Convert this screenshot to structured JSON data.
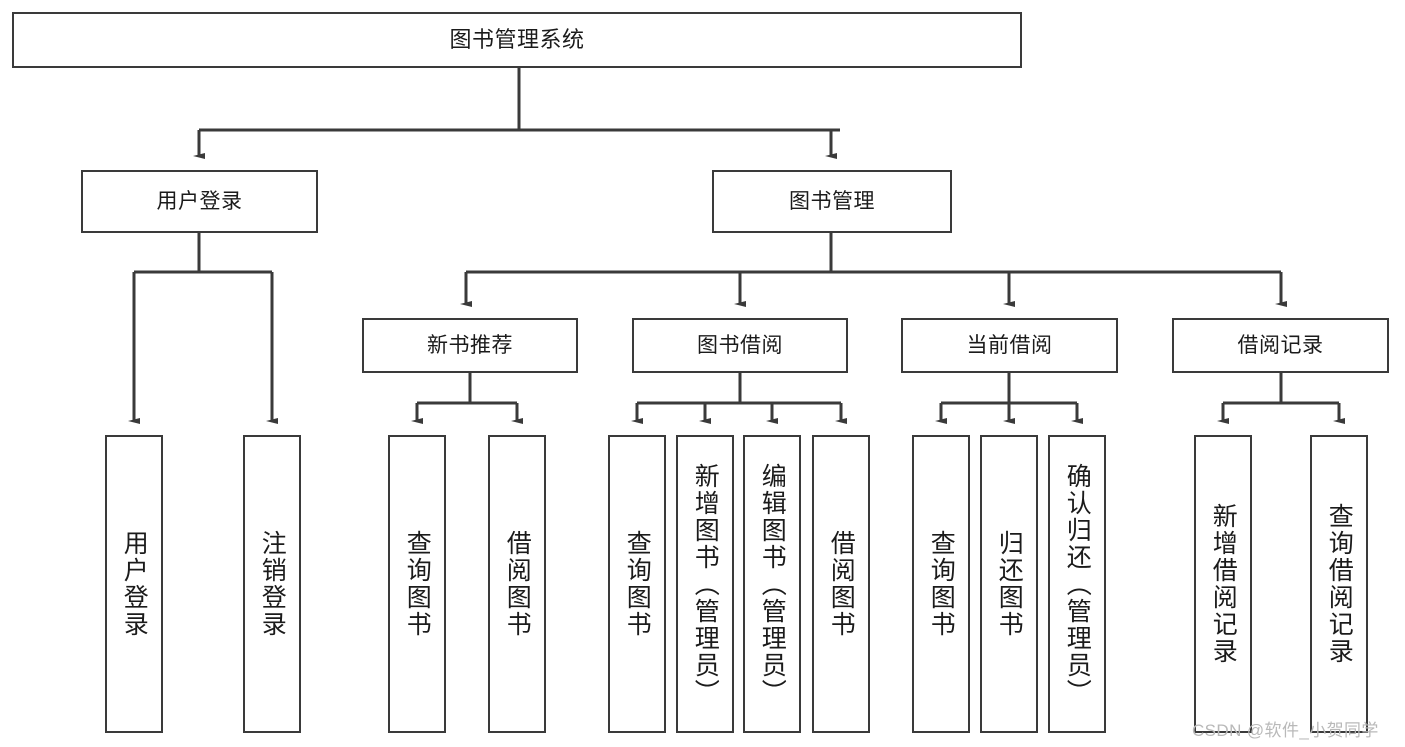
{
  "diagram": {
    "title": "图书管理系统",
    "type": "tree-hierarchy",
    "root": {
      "label": "图书管理系统"
    },
    "level1": [
      {
        "label": "用户登录"
      },
      {
        "label": "图书管理"
      }
    ],
    "level2": [
      {
        "label": "新书推荐"
      },
      {
        "label": "图书借阅"
      },
      {
        "label": "当前借阅"
      },
      {
        "label": "借阅记录"
      }
    ],
    "leaves": {
      "user_login": [
        {
          "label": "用户登录"
        },
        {
          "label": "注销登录"
        }
      ],
      "new_book_recommend": [
        {
          "label": "查询图书"
        },
        {
          "label": "借阅图书"
        }
      ],
      "book_borrow": [
        {
          "label": "查询图书"
        },
        {
          "label": "新增图书（管理员）"
        },
        {
          "label": "编辑图书（管理员）"
        },
        {
          "label": "借阅图书"
        }
      ],
      "current_borrow": [
        {
          "label": "查询图书"
        },
        {
          "label": "归还图书"
        },
        {
          "label": "确认归还（管理员）"
        }
      ],
      "borrow_record": [
        {
          "label": "新增借阅记录"
        },
        {
          "label": "查询借阅记录"
        }
      ]
    }
  },
  "watermark": {
    "text": "CSDN @软件_小贺同学"
  },
  "colors": {
    "stroke": "#3a3a3a",
    "text": "#1b1b1b",
    "background": "#ffffff",
    "watermark": "#b9b9b9"
  }
}
